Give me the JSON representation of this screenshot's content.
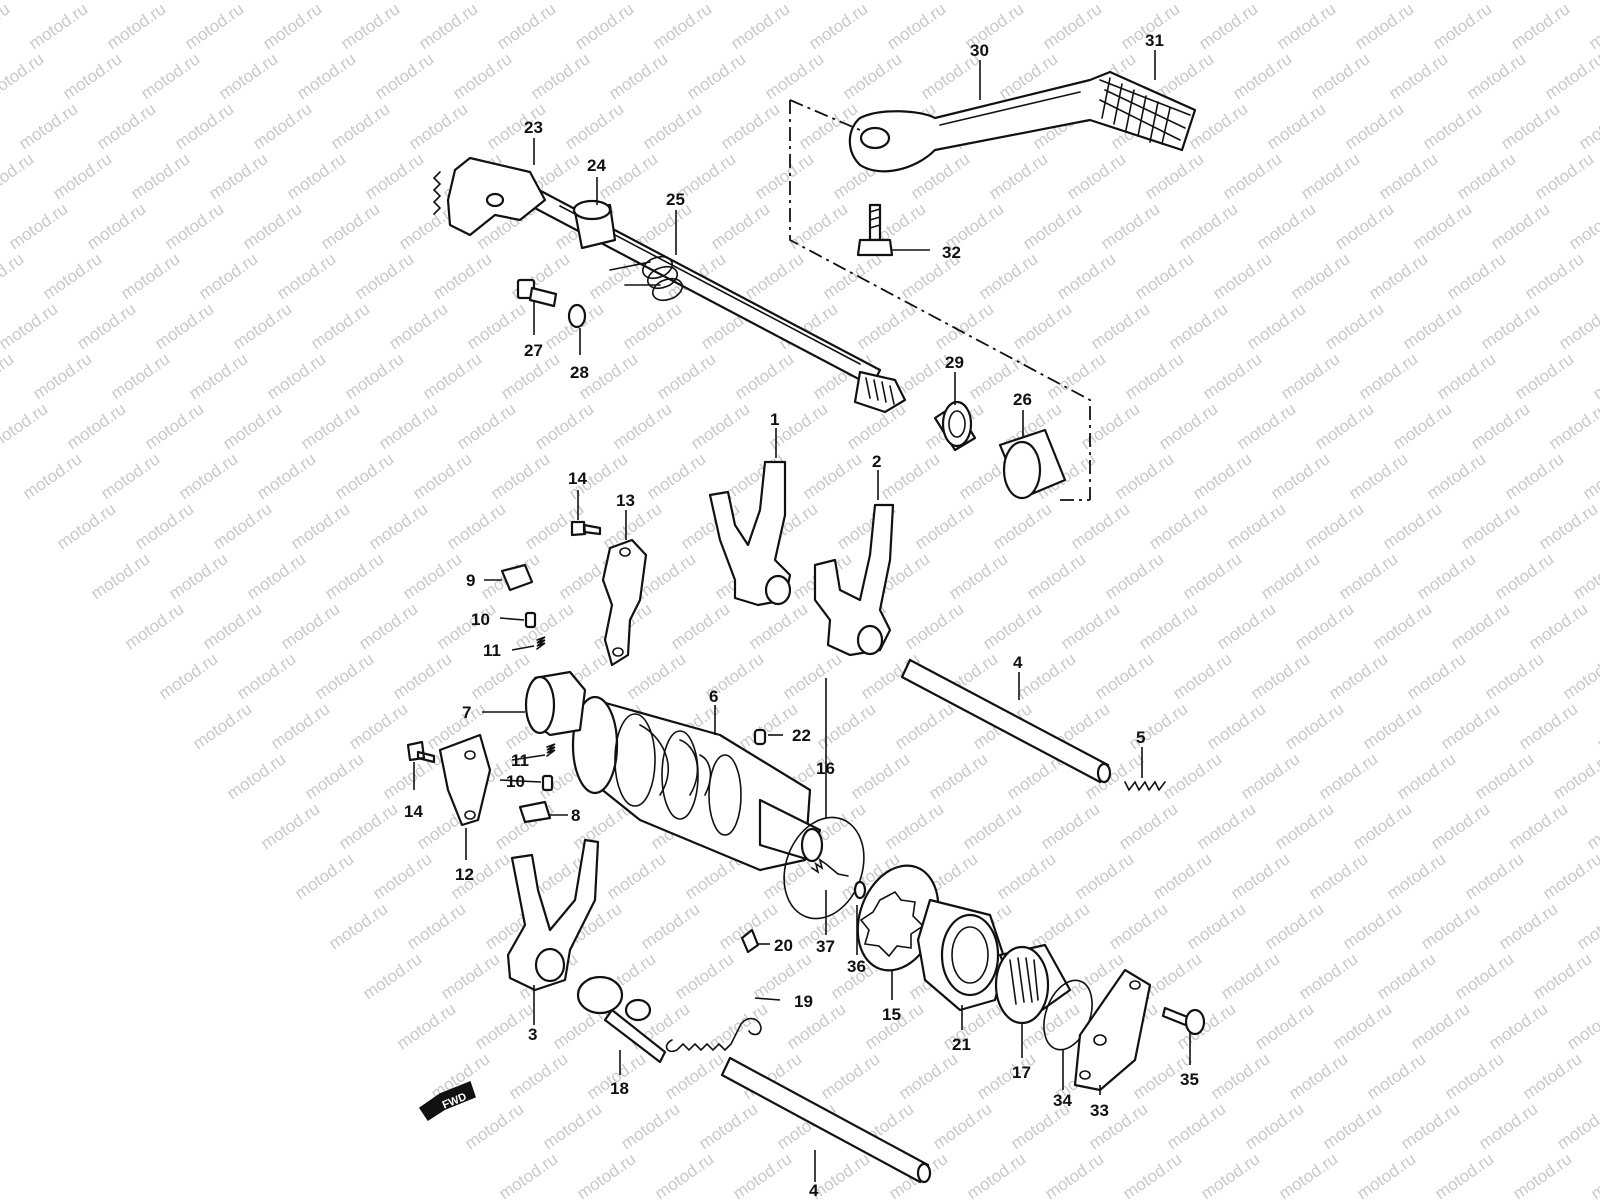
{
  "watermark": "motod.ru",
  "labels": {
    "l1": "1",
    "l2": "2",
    "l3": "3",
    "l4a": "4",
    "l4b": "4",
    "l5": "5",
    "l6": "6",
    "l7": "7",
    "l8": "8",
    "l9": "9",
    "l10a": "10",
    "l10b": "10",
    "l11a": "11",
    "l11b": "11",
    "l12": "12",
    "l13": "13",
    "l14a": "14",
    "l14b": "14",
    "l15": "15",
    "l16": "16",
    "l17": "17",
    "l18": "18",
    "l19": "19",
    "l20": "20",
    "l21": "21",
    "l22": "22",
    "l23": "23",
    "l24": "24",
    "l25": "25",
    "l26": "26",
    "l27": "27",
    "l28": "28",
    "l29": "29",
    "l30": "30",
    "l31": "31",
    "l32": "32",
    "l33": "33",
    "l34": "34",
    "l35": "35",
    "l36": "36",
    "l37": "37"
  },
  "fwd_label": "FWD"
}
